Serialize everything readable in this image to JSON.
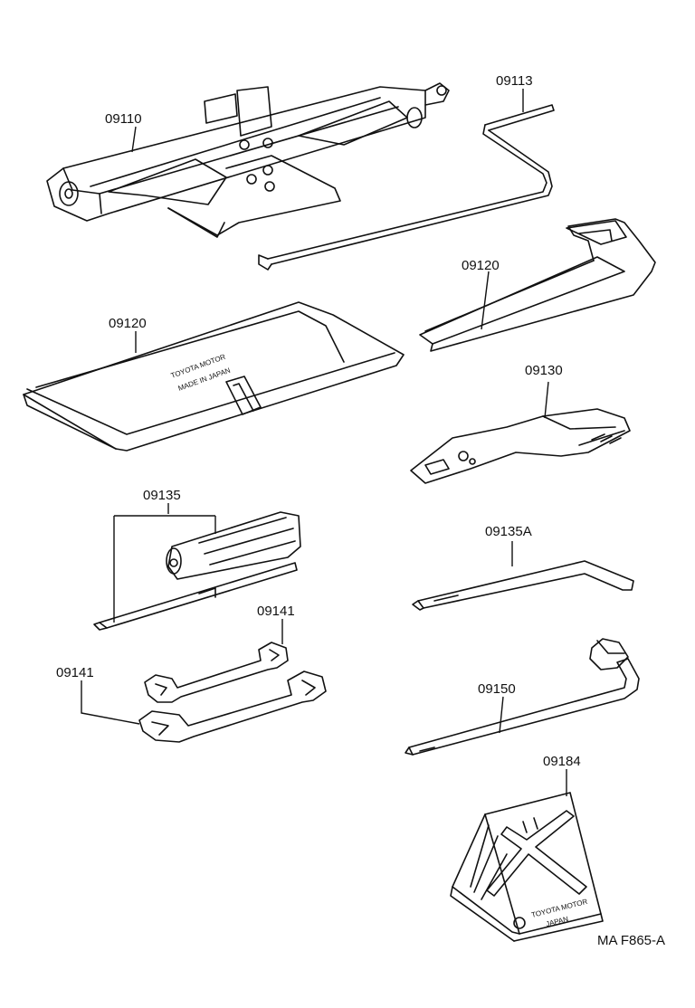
{
  "diagram": {
    "parts": [
      {
        "id": "jack",
        "label": "09110"
      },
      {
        "id": "jack-handle",
        "label": "09113"
      },
      {
        "id": "tool-bag",
        "label": "09120"
      },
      {
        "id": "bag-flat",
        "label": "09120"
      },
      {
        "id": "pliers",
        "label": "09130"
      },
      {
        "id": "screwdriver",
        "label": "09135"
      },
      {
        "id": "screwdriver-bar",
        "label": "09135A"
      },
      {
        "id": "wrench-small",
        "label": "09141"
      },
      {
        "id": "wrench-large",
        "label": "09141"
      },
      {
        "id": "lug-wrench",
        "label": "09150"
      },
      {
        "id": "wheel-chock",
        "label": "09184"
      }
    ],
    "drawing_code": "MA F865-A",
    "bag_stamp": [
      "TOYOTA MOTOR",
      "MADE IN JAPAN"
    ],
    "chock_stamp": [
      "TOYOTA MOTOR",
      "JAPAN"
    ]
  }
}
